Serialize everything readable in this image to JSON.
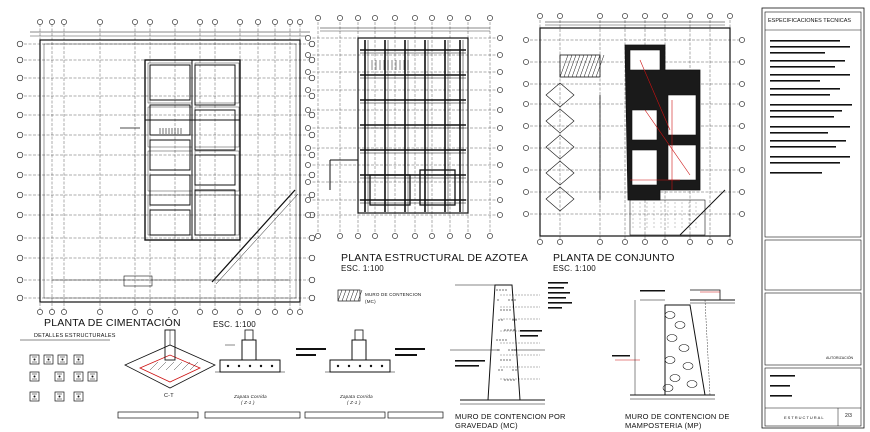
{
  "drawings": {
    "foundation": {
      "title": "PLANTA DE CIMENTACIÓN",
      "scale": "ESC. 1:100"
    },
    "roof": {
      "title": "PLANTA ESTRUCTURAL DE AZOTEA",
      "scale": "ESC. 1:100"
    },
    "site": {
      "title": "PLANTA DE CONJUNTO",
      "scale": "ESC. 1:100"
    },
    "details": {
      "title": "DETALLES ESTRUCTURALES",
      "joint_label": "C-T",
      "footing_a": {
        "title": "Zapata Corrida",
        "code": "( Z-1 )"
      },
      "footing_b": {
        "title": "Zapata Corrida",
        "code": "( Z-1 )"
      }
    },
    "legend": {
      "line1": "MURO DE CONTENCION",
      "line2": "(MC)"
    },
    "gravity_wall": {
      "line1": "MURO DE CONTENCION POR",
      "line2": "GRAVEDAD   (MC)"
    },
    "masonry_wall": {
      "line1": "MURO DE CONTENCION DE",
      "line2": "MAMPOSTERIA  (MP)"
    }
  },
  "title_block": {
    "spec_title": "ESPECIFICACIONES TECNICAS",
    "authorization": "AUTORIZACIÓN",
    "project_type": "ESTRUCTURAL",
    "sheet": "2/3"
  },
  "colors": {
    "ink": "#111111",
    "paper": "#ffffff",
    "accent": "#cc1111"
  }
}
